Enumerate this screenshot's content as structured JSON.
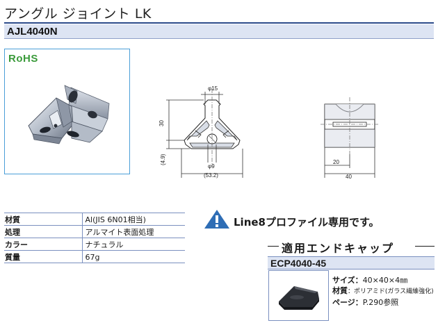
{
  "header": {
    "title": "アングル ジョイント LK",
    "model": "AJL4040N"
  },
  "badge": {
    "rohs": "RoHS"
  },
  "drawing": {
    "dims": {
      "phi15": "φ15",
      "h30": "30",
      "h4_9": "(4.9)",
      "phi9": "φ9",
      "w53_2": "(53.2)",
      "w20": "20",
      "w40": "40"
    }
  },
  "specs": [
    {
      "key": "材質",
      "value": "Al(JIS 6N01相当)"
    },
    {
      "key": "処理",
      "value": "アルマイト表面処理"
    },
    {
      "key": "カラー",
      "value": "ナチュラル"
    },
    {
      "key": "質量",
      "value": "67g"
    }
  ],
  "note": {
    "icon": "warning-triangle-icon",
    "text": "Line8プロファイル専用です。"
  },
  "endcap": {
    "title": "適用エンドキャップ",
    "model": "ECP4040-45",
    "size_label": "サイズ：",
    "size_value": "40×40×4㎜",
    "material_label": "材質",
    "material_value": "：ポリアミド(ガラス繊維強化)",
    "page_label": "ページ：",
    "page_value": "P.290参照"
  },
  "colors": {
    "accent": "#2b4a8b",
    "bar_bg": "#dde4f3",
    "photo_border": "#4a9ed8",
    "rohs": "#3a9a3a",
    "warning": "#2e6db5"
  }
}
